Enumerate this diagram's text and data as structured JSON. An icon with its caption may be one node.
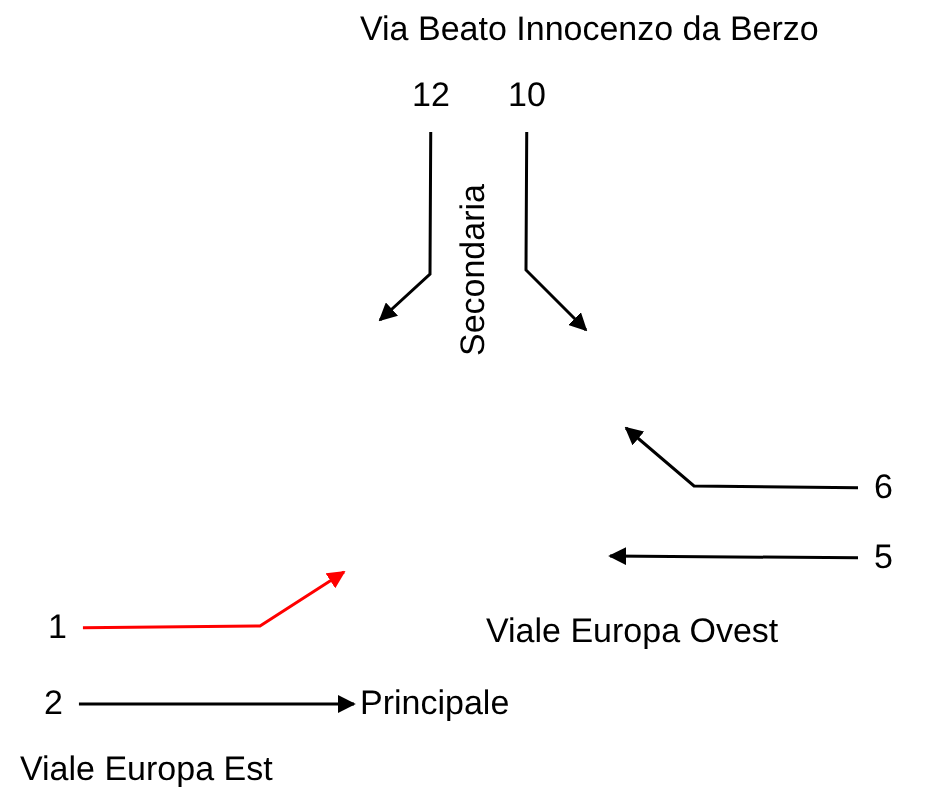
{
  "diagram": {
    "nodes": [
      {
        "text": [
          "12"
        ]
      },
      {
        "text": [
          "10"
        ]
      },
      {
        "text": [
          "6"
        ]
      },
      {
        "text": [
          "5"
        ]
      },
      {
        "text": [
          "1"
        ]
      },
      {
        "text": [
          "2"
        ]
      },
      {
        "text": [
          "Principale"
        ]
      }
    ],
    "edges": [
      {
        "from": 0,
        "to": null,
        "arrow": "to"
      },
      {
        "from": 1,
        "to": null,
        "arrow": "to"
      },
      {
        "from": 2,
        "to": null,
        "arrow": "to"
      },
      {
        "from": 3,
        "to": null,
        "arrow": "to"
      },
      {
        "from": 4,
        "to": null,
        "arrow": "to",
        "color": "#ff0000"
      },
      {
        "from": 5,
        "to": 6,
        "arrow": "to"
      }
    ],
    "labels": [
      "Via Beato Innocenzo da Berzo",
      "Secondaria",
      "Viale Europa Ovest",
      "Viale Europa Est"
    ]
  }
}
